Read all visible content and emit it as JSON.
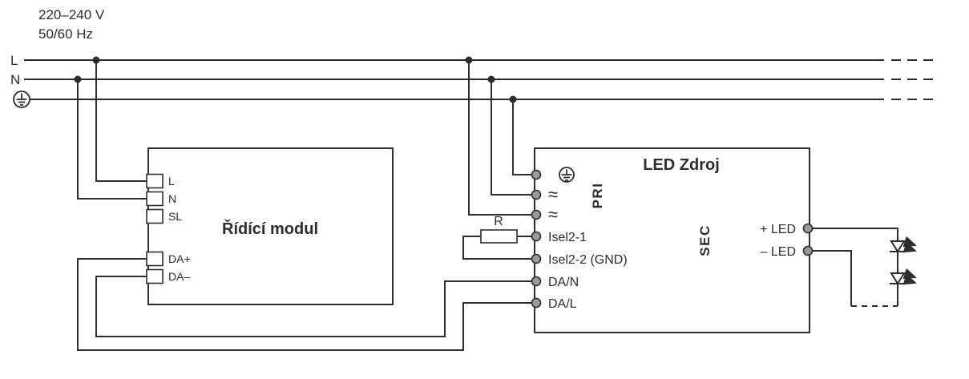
{
  "supply": {
    "voltage": "220–240 V",
    "frequency": "50/60 Hz"
  },
  "power_lines": {
    "l": "L",
    "n": "N"
  },
  "control_module": {
    "title": "Řídící modul",
    "terminals": [
      "L",
      "N",
      "SL",
      "DA+",
      "DA–"
    ]
  },
  "led_driver": {
    "title": "LED Zdroj",
    "pri_label": "PRI",
    "sec_label": "SEC",
    "pri_terminals": [
      "≈",
      "≈",
      "Isel2-1",
      "Isel2-2 (GND)",
      "DA/N",
      "DA/L"
    ],
    "sec_terminals": [
      "+ LED",
      "– LED"
    ]
  },
  "resistor": {
    "label": "R"
  },
  "colors": {
    "line": "#2d2d2d",
    "terminal_fill": "#9a9a9a",
    "background": "#ffffff"
  }
}
